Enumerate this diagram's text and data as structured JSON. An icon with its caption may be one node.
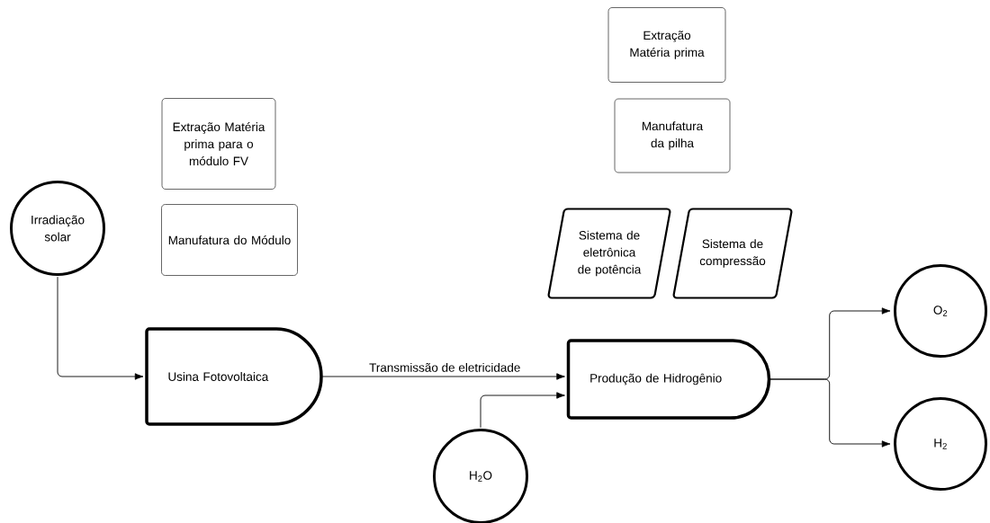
{
  "diagram": {
    "nodes": [
      {
        "text": [
          "Extração Matéria prima para o módulo FV"
        ]
      },
      {
        "text": [
          "Manufatura do Módulo"
        ]
      },
      {
        "text": [
          "Extração Matéria prima"
        ]
      },
      {
        "text": [
          "Manufatura da pilha"
        ]
      },
      {
        "text": [
          "Sistema de eletrônica de potência"
        ]
      },
      {
        "text": [
          "Sistema de compressão"
        ]
      },
      {
        "text": [
          "Irradiação solar"
        ]
      },
      {
        "text": [
          "Usina Fotovoltaica"
        ]
      },
      {
        "text": [
          "Produção de Hidrogênio"
        ]
      },
      {
        "text": [
          "H$_{2}$O"
        ]
      },
      {
        "text": [
          "O$_{2}$"
        ]
      },
      {
        "text": [
          "H$_{2}$"
        ]
      }
    ],
    "edges": [
      {
        "from": 6,
        "to": 7,
        "arrow": "to"
      },
      {
        "from": 7,
        "to": 8,
        "arrow": "to",
        "label": "Transmissão de eletricidade"
      },
      {
        "from": 9,
        "to": 8,
        "arrow": "to"
      },
      {
        "from": 8,
        "to": 10,
        "arrow": "to"
      },
      {
        "from": 8,
        "to": 11,
        "arrow": "to"
      }
    ]
  }
}
